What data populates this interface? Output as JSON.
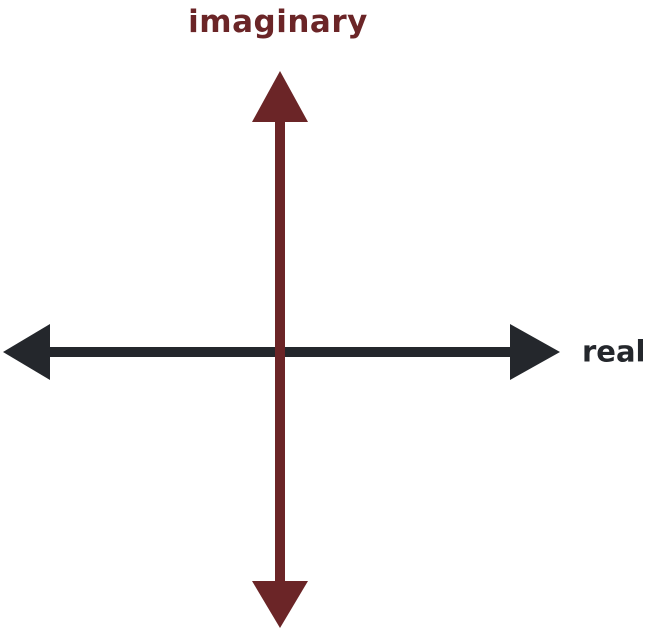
{
  "diagram": {
    "type": "complex-plane-axes",
    "imaginary_axis_label": "imaginary",
    "real_axis_label": "real"
  },
  "colors": {
    "imaginary": "#6b2527",
    "real": "#24272c",
    "background": "#ffffff"
  }
}
